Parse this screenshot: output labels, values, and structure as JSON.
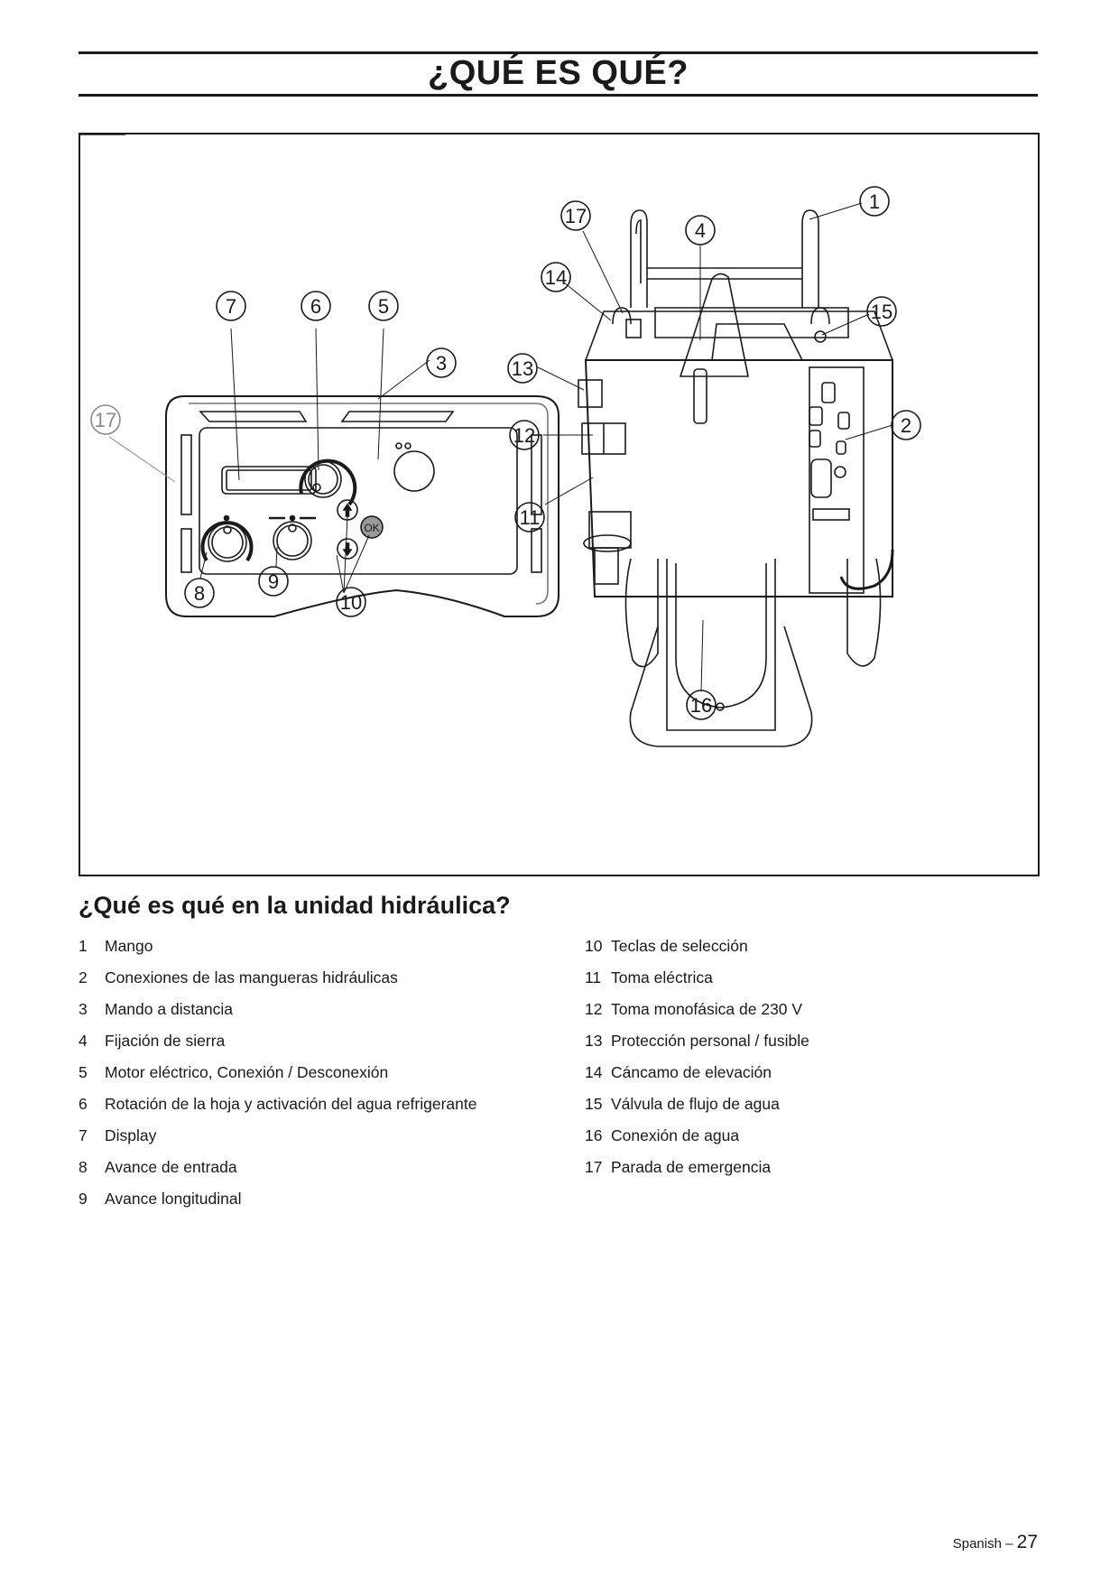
{
  "header": {
    "title": "¿QUÉ ES QUÉ?"
  },
  "figure": {
    "callouts_remote": [
      "7",
      "6",
      "5",
      "3",
      "17",
      "8",
      "9",
      "10"
    ],
    "callouts_machine": [
      "17",
      "4",
      "1",
      "14",
      "15",
      "13",
      "12",
      "2",
      "11",
      "16"
    ],
    "ok_button_label": "OK",
    "muted_callout_color": "#8a8a8a"
  },
  "section": {
    "heading": "¿Qué es qué en la unidad hidráulica?",
    "items_left": [
      {
        "num": "1",
        "label": "Mango"
      },
      {
        "num": "2",
        "label": "Conexiones de las mangueras hidráulicas"
      },
      {
        "num": "3",
        "label": "Mando a distancia"
      },
      {
        "num": "4",
        "label": "Fijación de sierra"
      },
      {
        "num": "5",
        "label": "Motor eléctrico, Conexión / Desconexión"
      },
      {
        "num": "6",
        "label": "Rotación de la hoja y activación del agua refrigerante"
      },
      {
        "num": "7",
        "label": "Display"
      },
      {
        "num": "8",
        "label": "Avance de entrada"
      },
      {
        "num": "9",
        "label": "Avance longitudinal"
      }
    ],
    "items_right": [
      {
        "num": "10",
        "label": "Teclas de selección"
      },
      {
        "num": "11",
        "label": "Toma eléctrica"
      },
      {
        "num": "12",
        "label": "Toma monofásica de 230 V"
      },
      {
        "num": "13",
        "label": "Protección personal / fusible"
      },
      {
        "num": "14",
        "label": "Cáncamo de elevación"
      },
      {
        "num": "15",
        "label": "Válvula de flujo de agua"
      },
      {
        "num": "16",
        "label": "Conexión de agua"
      },
      {
        "num": "17",
        "label": "Parada de emergencia"
      }
    ]
  },
  "footer": {
    "language": "Spanish",
    "separator": "–",
    "page_number": "27"
  }
}
